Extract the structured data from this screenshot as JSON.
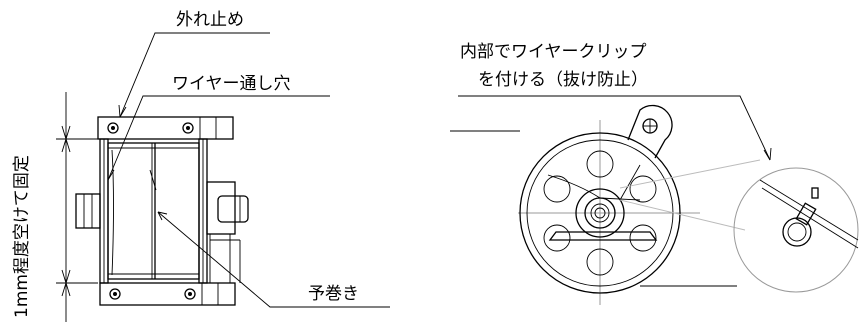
{
  "labels": {
    "stopper": "外れ止め",
    "wire_hole": "ワイヤー通し穴",
    "pre_wind": "予巻き",
    "clip_line1": "内部でワイヤークリップ",
    "clip_line2": "を付ける（抜け防止）",
    "vertical_note": "1mm程度空けて固定"
  }
}
